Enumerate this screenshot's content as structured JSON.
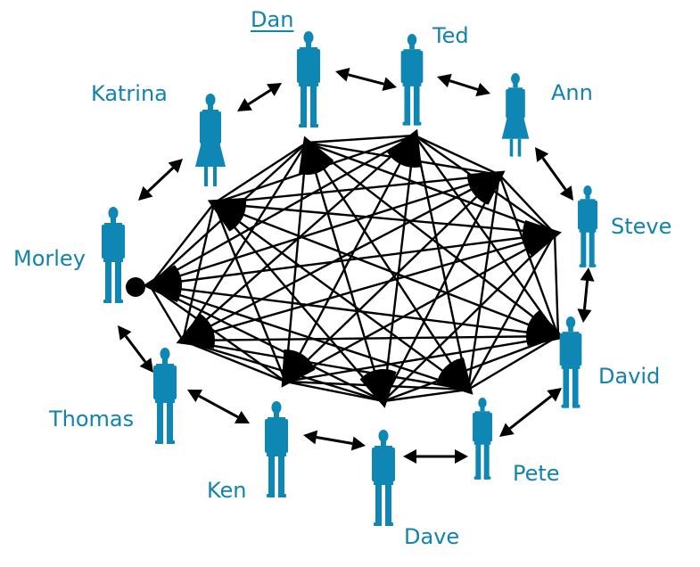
{
  "diagram": {
    "colors": {
      "person": "#0f87b4",
      "label": "#1283ad",
      "line": "#000000"
    },
    "people": [
      {
        "id": "dan",
        "name": "Dan",
        "highlighted": true
      },
      {
        "id": "ted",
        "name": "Ted"
      },
      {
        "id": "ann",
        "name": "Ann"
      },
      {
        "id": "steve",
        "name": "Steve"
      },
      {
        "id": "david",
        "name": "David"
      },
      {
        "id": "pete",
        "name": "Pete"
      },
      {
        "id": "dave",
        "name": "Dave"
      },
      {
        "id": "ken",
        "name": "Ken"
      },
      {
        "id": "thomas",
        "name": "Thomas"
      },
      {
        "id": "morley",
        "name": "Morley"
      },
      {
        "id": "katrina",
        "name": "Katrina"
      }
    ]
  }
}
